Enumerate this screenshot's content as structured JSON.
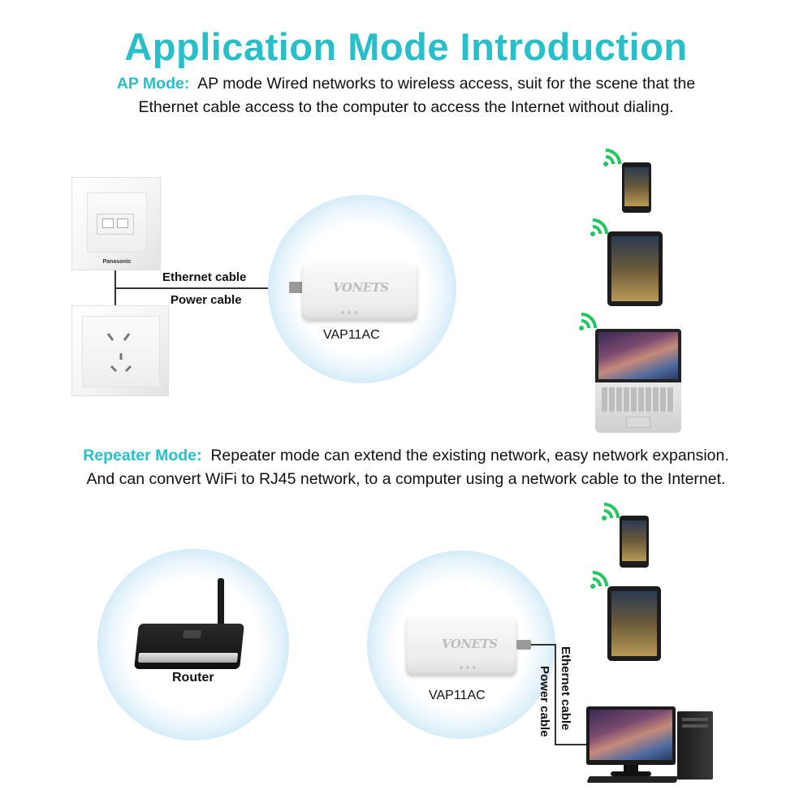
{
  "title": "Application Mode Introduction",
  "ap_mode": {
    "label": "AP Mode:",
    "line1": "AP mode Wired networks to wireless access, suit for the scene that the",
    "line2": "Ethernet cable access to the computer to access the Internet without dialing.",
    "ethernet_cable": "Ethernet cable",
    "power_cable": "Power cable",
    "device_label": "VAP11AC",
    "device_logo": "VONETS",
    "wall_brand": "Panasonic"
  },
  "repeater_mode": {
    "label": "Repeater Mode:",
    "line1": "Repeater mode can extend the existing network, easy network expansion.",
    "line2": "And can convert WiFi to RJ45 network, to a computer using a network cable to the Internet.",
    "router_label": "Router",
    "device_label": "VAP11AC",
    "device_logo": "VONETS",
    "ethernet_cable": "Ethernet cable",
    "power_cable": "Power cable"
  },
  "colors": {
    "accent": "#27bfc9",
    "wifi": "#22c55e",
    "ring": "#a5d5ef"
  },
  "icons": [
    "wifi-icon",
    "phone-icon",
    "tablet-icon",
    "laptop-icon",
    "router-icon",
    "desktop-icon",
    "ethernet-socket-icon",
    "power-outlet-icon"
  ]
}
